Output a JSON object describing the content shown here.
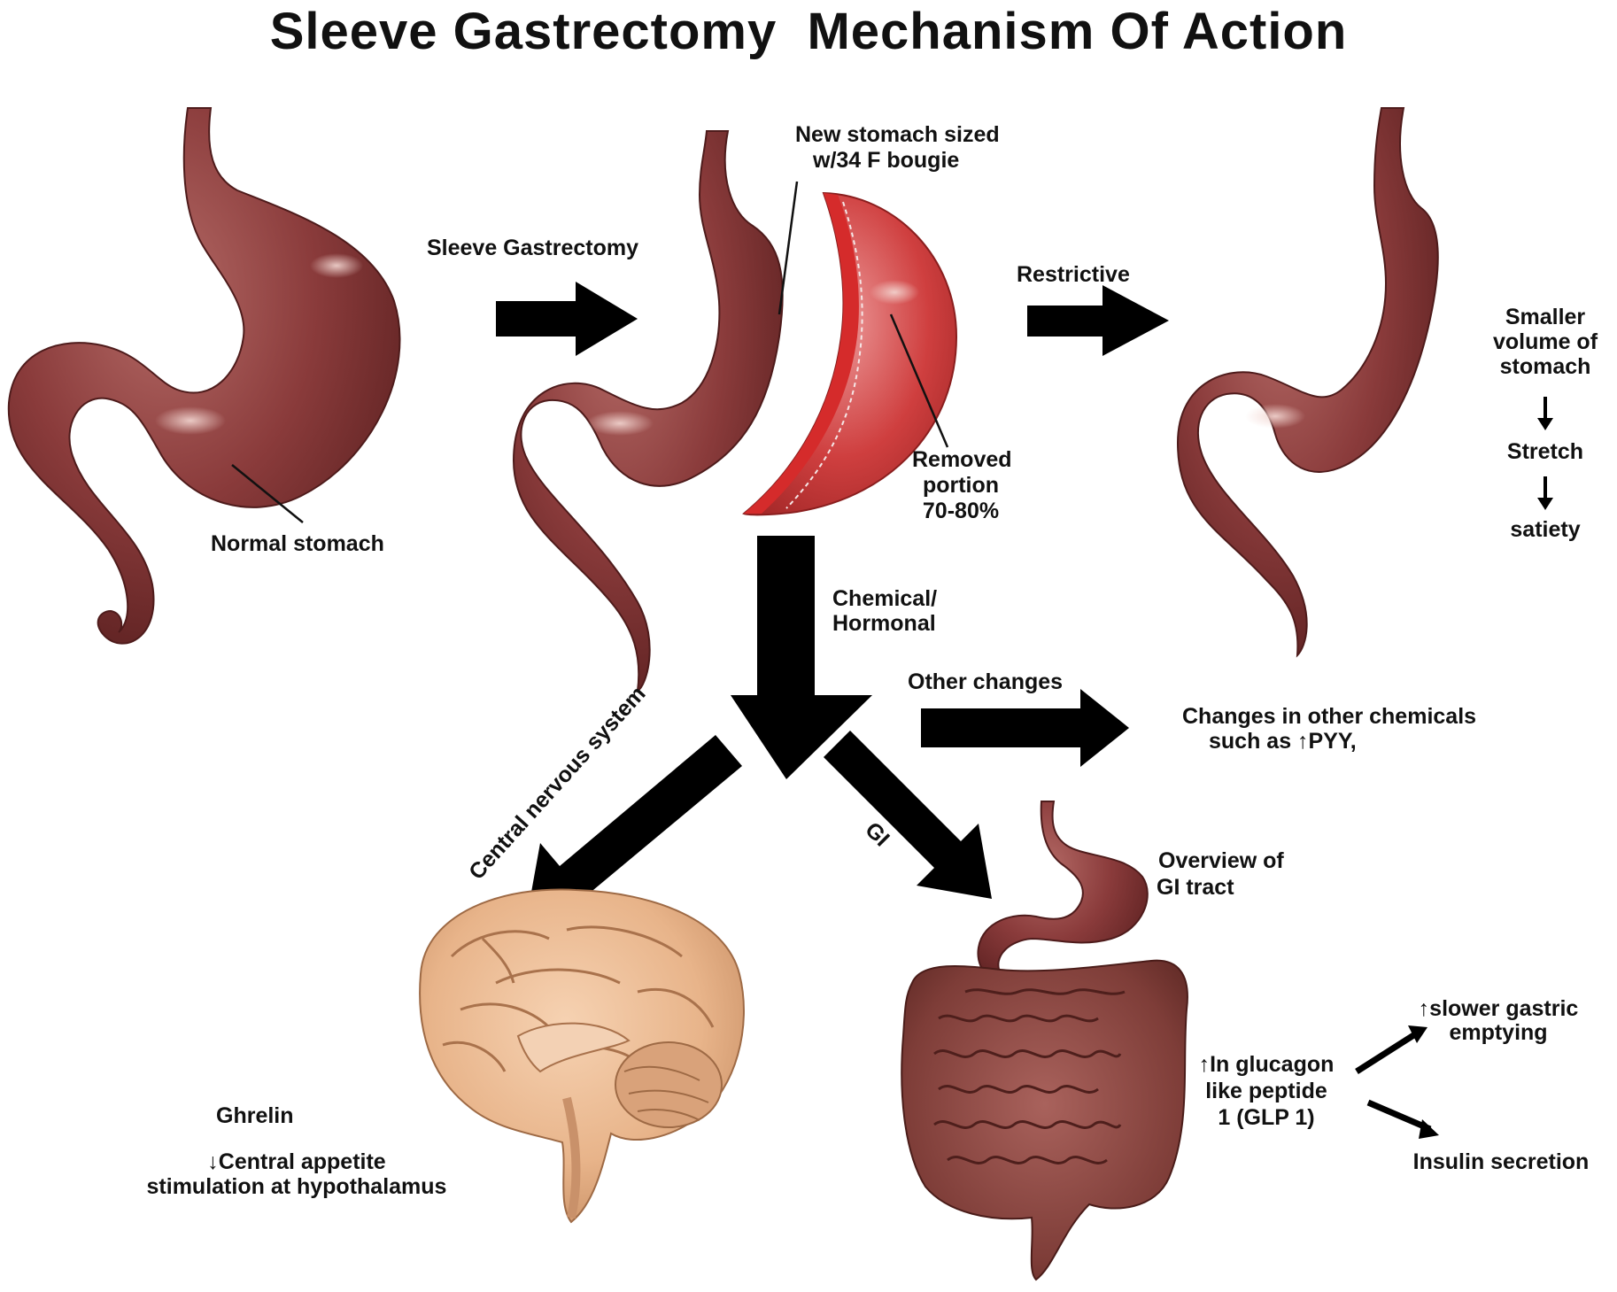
{
  "title": "Sleeve Gastrectomy  Mechanism Of Action",
  "icons": [
    "normal-stomach-icon",
    "sleeve-stomach-icon",
    "removed-portion-icon",
    "small-stomach-icon",
    "brain-icon",
    "gi-tract-icon"
  ],
  "colors": {
    "stomach": "#8a3b3b",
    "stomach_dark": "#6b2727",
    "stomach_light": "#b46a66",
    "removed": "#cf3f3f",
    "removed_light": "#e27575",
    "brain": "#e8b48a",
    "brain_dark": "#b57a52",
    "arrow": "#000000"
  },
  "labels": {
    "normal_stomach": "Normal stomach",
    "sleeve_gastrectomy": "Sleeve Gastrectomy",
    "new_stomach_1": "New stomach sized",
    "new_stomach_2": "w/34 F bougie",
    "restrictive": "Restrictive",
    "removed_1": "Removed",
    "removed_2": "portion",
    "removed_3": "70-80%",
    "smaller_1": "Smaller",
    "smaller_2": "volume of",
    "smaller_3": "stomach",
    "stretch": "Stretch",
    "satiety": "satiety",
    "chemical_1": "Chemical/",
    "chemical_2": "Hormonal",
    "other_changes": "Other changes",
    "changes_1": "Changes in other chemicals",
    "changes_2": "such as  ↑PYY,",
    "cns": "Central nervous system",
    "gi": "GI",
    "overview_1": "Overview of",
    "overview_2": "GI tract",
    "ghrelin": "Ghrelin",
    "appetite_1": "↓Central appetite",
    "appetite_2": "stimulation at hypothalamus",
    "glp_1": "↑In glucagon",
    "glp_2": "like peptide",
    "glp_3": "1 (GLP 1)",
    "slower_1": "↑slower gastric",
    "slower_2": "emptying",
    "insulin": "Insulin secretion"
  }
}
